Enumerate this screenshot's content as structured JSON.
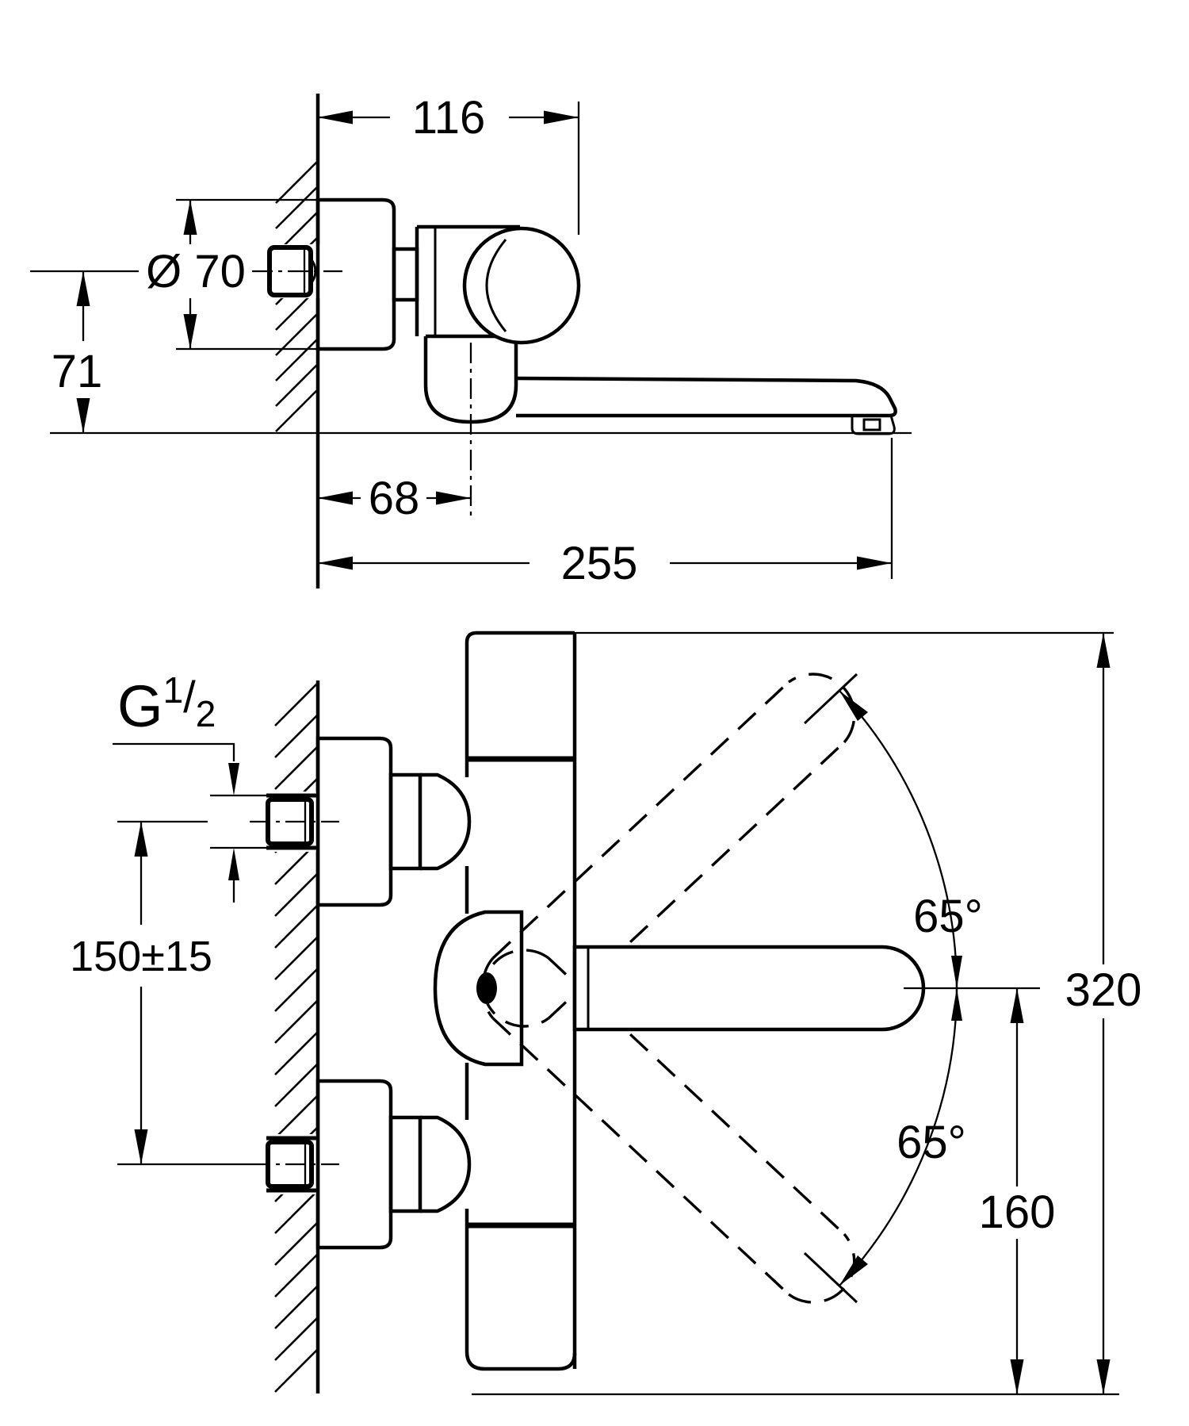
{
  "drawing": {
    "kind": "faucet-installation-dimension-drawing",
    "background": "#ffffff",
    "ink": "#000000",
    "side_view": {
      "dim_wall_to_handle": "116",
      "dim_flange_diameter": "Ø 70",
      "dim_axis_to_spout_underside": "71",
      "dim_wall_to_spout_axis": "68",
      "dim_spout_reach": "255"
    },
    "front_view": {
      "thread_letter": "G",
      "thread_numerator": "1",
      "thread_slash": "/",
      "thread_denominator": "2",
      "dim_inlet_spacing": "150±15",
      "dim_swivel_upper": "65°",
      "dim_swivel_lower": "65°",
      "dim_overall_height": "320",
      "dim_spout_axis_to_bottom": "160"
    }
  }
}
